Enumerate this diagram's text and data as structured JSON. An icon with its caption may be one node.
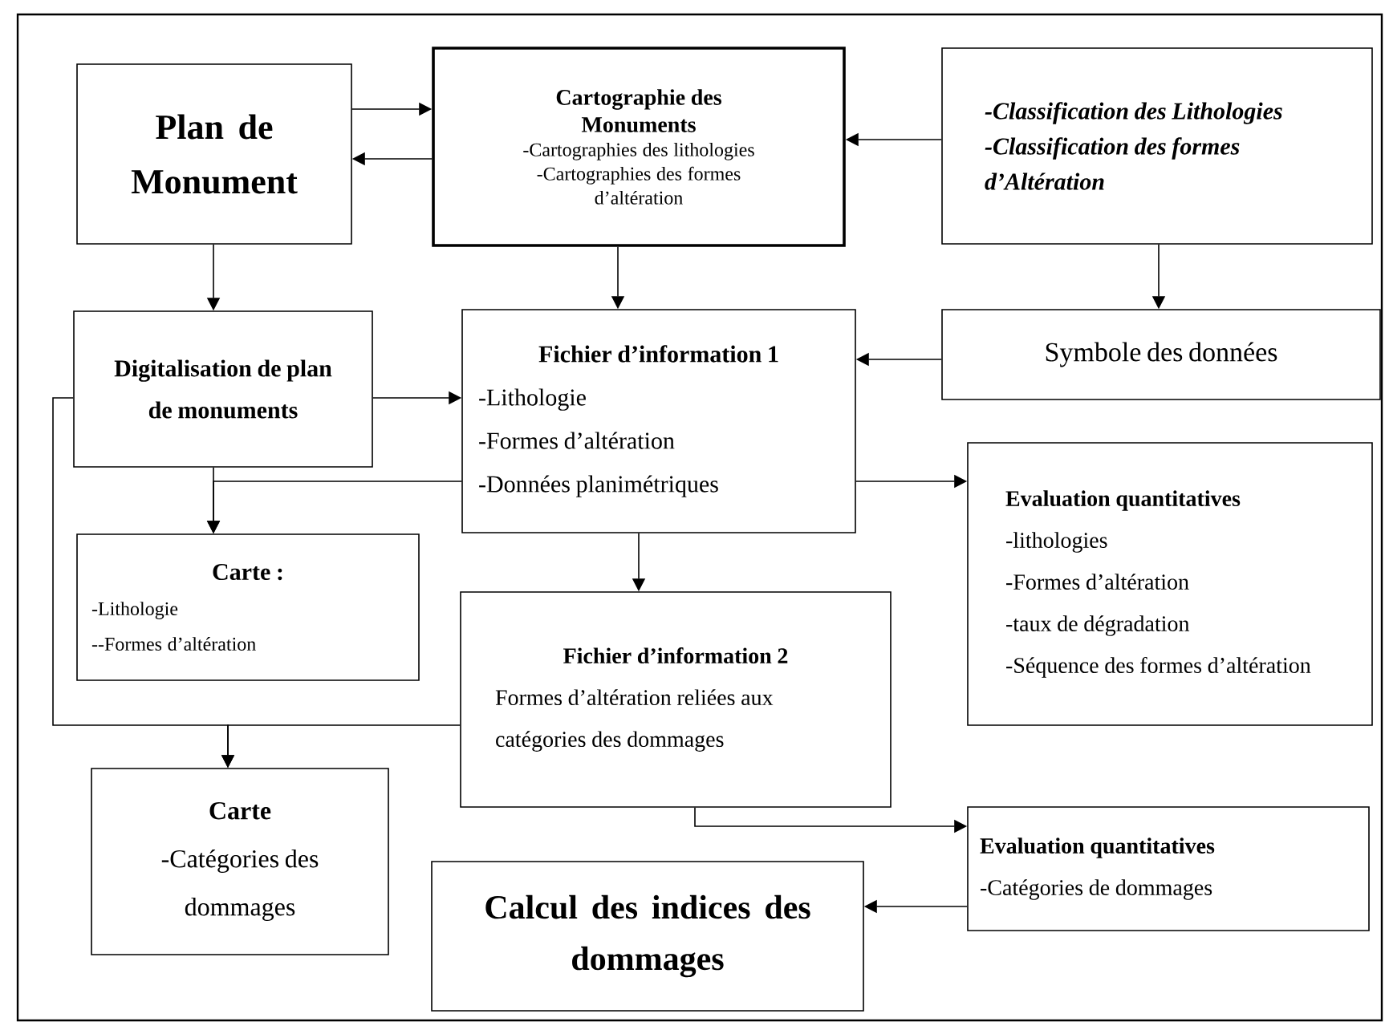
{
  "diagram": {
    "nodes": [
      {
        "text": [
          "Plan de Monument"
        ]
      },
      {
        "text": [
          "Cartographie des Monuments",
          "-Cartographies des lithologies",
          "-Cartographies des formes d’altération"
        ]
      },
      {
        "text": [
          "-Classification des Lithologies",
          "-Classification des formes d’Altération"
        ]
      },
      {
        "text": [
          "Digitalisation de plan de monuments"
        ]
      },
      {
        "text": [
          "Fichier d’information 1",
          "-Lithologie",
          "-Formes d’altération",
          "-Données planimétriques"
        ]
      },
      {
        "text": [
          "Symbole des données"
        ]
      },
      {
        "text": [
          "Evaluation quantitatives",
          "-lithologies",
          "-Formes  d’altération",
          "-taux de dégradation",
          "-Séquence des formes d’altération"
        ]
      },
      {
        "text": [
          "Carte :",
          "-Lithologie",
          "--Formes d’altération"
        ]
      },
      {
        "text": [
          "Fichier d’information 2",
          "Formes d’altération reliées aux catégories des dommages"
        ]
      },
      {
        "text": [
          "Carte",
          "-Catégories des dommages"
        ]
      },
      {
        "text": [
          "Evaluation quantitatives",
          "-Catégories de dommages"
        ]
      },
      {
        "text": [
          "Calcul des indices des dommages"
        ]
      }
    ],
    "edges": [
      {
        "from": 0,
        "to": 1,
        "arrow": "to"
      },
      {
        "from": 1,
        "to": 0,
        "arrow": "to"
      },
      {
        "from": 2,
        "to": 1,
        "arrow": "to"
      },
      {
        "from": 0,
        "to": 3,
        "arrow": "to"
      },
      {
        "from": 1,
        "to": 4,
        "arrow": "to"
      },
      {
        "from": 2,
        "to": 5,
        "arrow": "to"
      },
      {
        "from": 5,
        "to": 4,
        "arrow": "to"
      },
      {
        "from": 3,
        "to": 4,
        "arrow": "to"
      },
      {
        "from": 3,
        "to": 7,
        "arrow": "to"
      },
      {
        "from": 4,
        "to": 7,
        "arrow": "to"
      },
      {
        "from": 4,
        "to": 6,
        "arrow": "to"
      },
      {
        "from": 4,
        "to": 8,
        "arrow": "to"
      },
      {
        "from": 3,
        "to": 9,
        "arrow": "to"
      },
      {
        "from": 8,
        "to": 9,
        "arrow": "to"
      },
      {
        "from": 8,
        "to": 10,
        "arrow": "to"
      },
      {
        "from": 10,
        "to": 11,
        "arrow": "to"
      }
    ]
  }
}
